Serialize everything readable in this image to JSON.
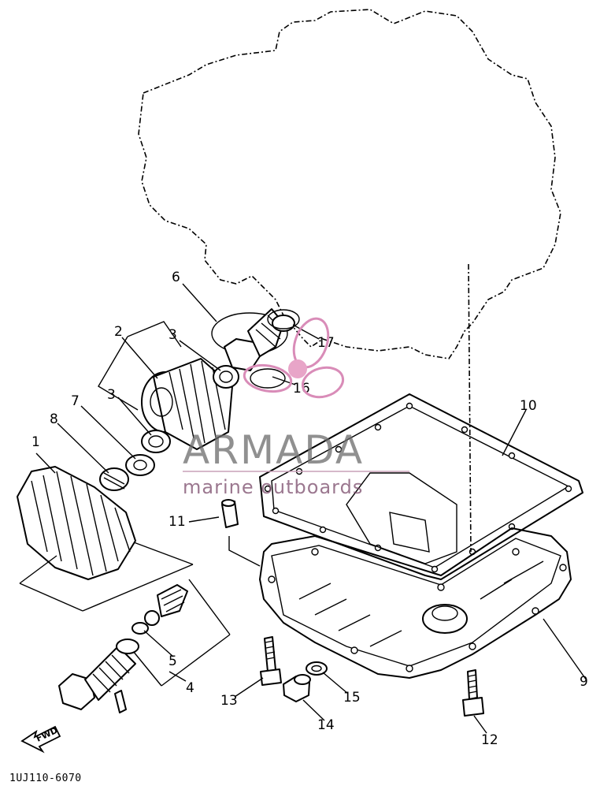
{
  "callouts": [
    "1",
    "2",
    "3",
    "3",
    "4",
    "5",
    "6",
    "7",
    "8",
    "9",
    "10",
    "11",
    "12",
    "13",
    "14",
    "15",
    "16",
    "17"
  ],
  "diagram_code": "1UJ110-6070",
  "fwd_label": "FWD",
  "watermark": {
    "brand": "ARMADA",
    "tagline": "marine outboards"
  }
}
